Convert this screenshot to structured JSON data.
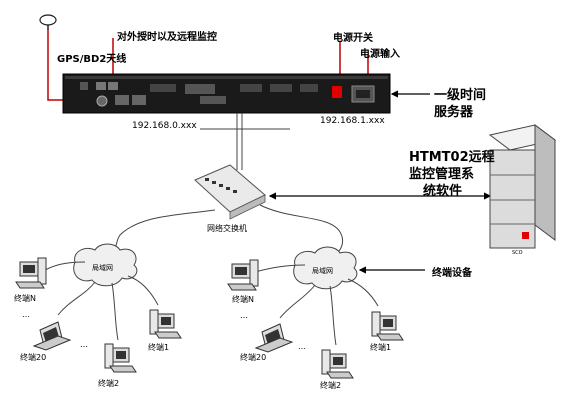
{
  "labels": {
    "gps_antenna": "GPS/BD2天线",
    "remote_monitor": "对外授时以及远程监控",
    "power_switch": "电源开关",
    "power_input": "电源输入",
    "server_line1": "一级时间",
    "server_line2": "服务器",
    "ip_left": "192.168.0.xxx",
    "ip_right": "192.168.1.xxx",
    "software_line1": "HTMT02远程",
    "software_line2": "监控管理系",
    "software_line3": "统软件",
    "switch": "网络交换机",
    "terminal_device": "终端设备",
    "cloud_left": "局域网",
    "cloud_right": "局域网",
    "ellipsis": "…",
    "terminal_n": "终端N",
    "terminal_20": "终端20",
    "terminal_1": "终端1",
    "terminal_2": "终端2",
    "tower_badge": "SCO"
  },
  "colors": {
    "arrow_red": "#c00000",
    "device_dark": "#1a1a1a",
    "led_red": "#e00000",
    "tower_gray": "#cfcfcf"
  }
}
